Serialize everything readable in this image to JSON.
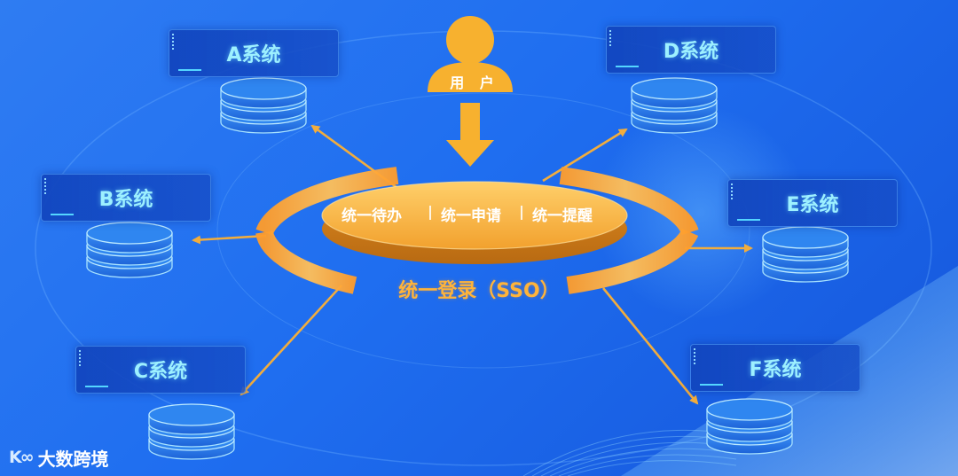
{
  "diagram": {
    "user": {
      "label": "用 户",
      "icon": "user-icon"
    },
    "hub": {
      "items": [
        "统一待办",
        "统一申请",
        "统一提醒"
      ],
      "caption": "统一登录（SSO）"
    },
    "systems": [
      {
        "id": "A",
        "label": "A系统"
      },
      {
        "id": "B",
        "label": "B系统"
      },
      {
        "id": "C",
        "label": "C系统"
      },
      {
        "id": "D",
        "label": "D系统"
      },
      {
        "id": "E",
        "label": "E系统"
      },
      {
        "id": "F",
        "label": "F系统"
      }
    ]
  },
  "watermark": {
    "logo_mark": "K∞",
    "text": "大数跨境"
  },
  "colors": {
    "background": "#1f6ef0",
    "accent_orange": "#f5a623",
    "arrow_orange": "#f2ad3d",
    "system_label": "#9df0ff",
    "card_border": "#5aaaff"
  }
}
